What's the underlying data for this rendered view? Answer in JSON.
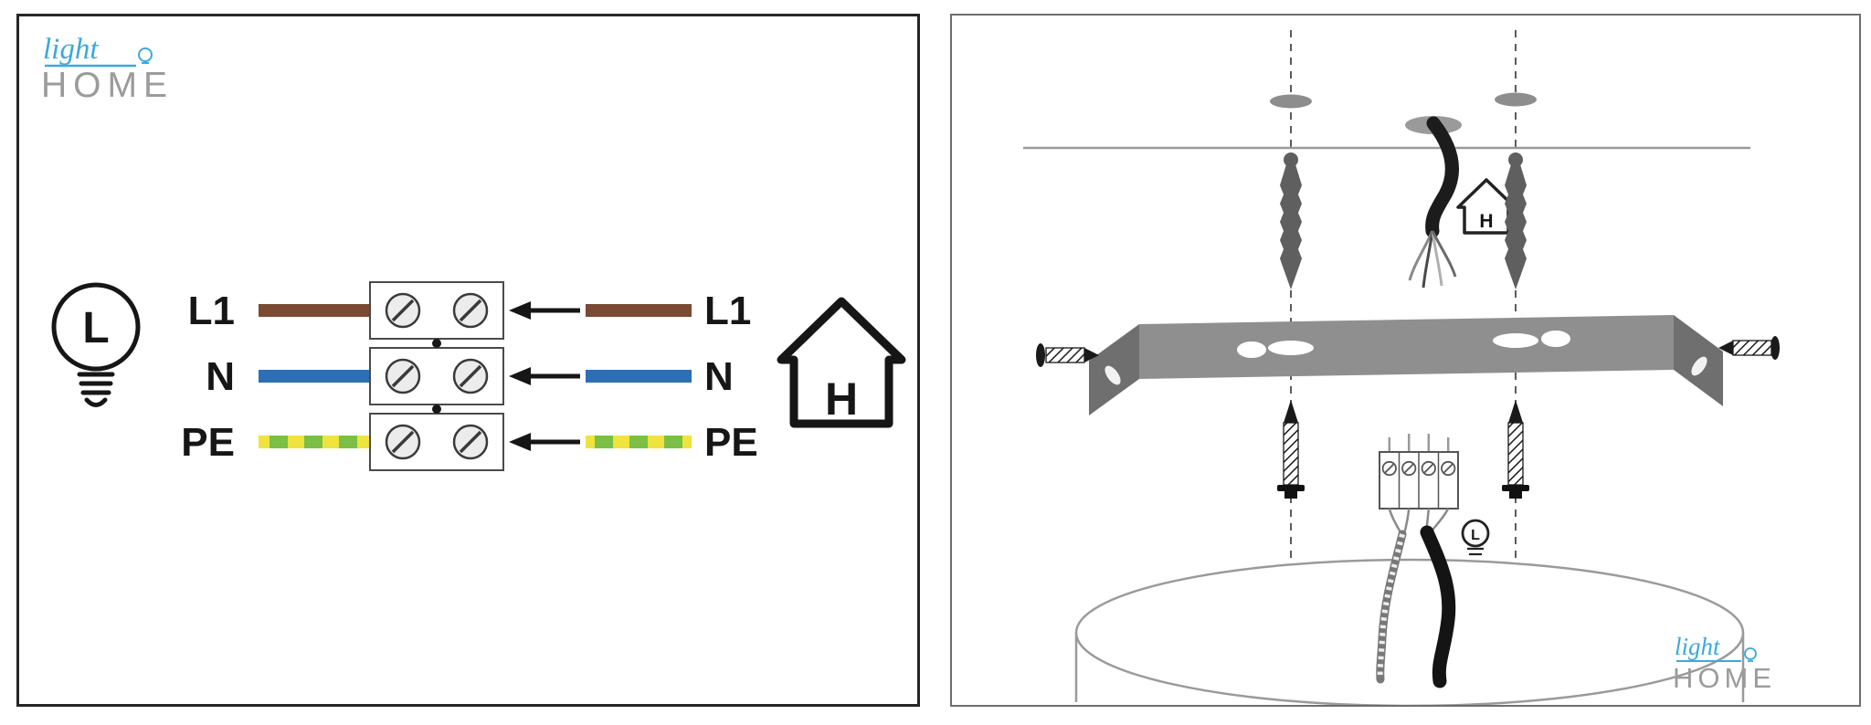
{
  "brand": {
    "light_text": "light",
    "home_text": "HOME",
    "light_color": "#3BA9DC",
    "home_color": "#9B9B9B"
  },
  "left_panel": {
    "lamp_symbol": "L",
    "house_symbol": "H",
    "rows": [
      {
        "left_label": "L1",
        "right_label": "L1",
        "wire_color": "#7A4A33"
      },
      {
        "left_label": "N",
        "right_label": "N",
        "wire_color": "#2D6EB5"
      },
      {
        "left_label": "PE",
        "right_label": "PE",
        "wire_color": "#EEE33F",
        "wire_stripe_color": "#7BBF45"
      }
    ]
  },
  "right_panel": {
    "house_symbol": "H",
    "lamp_symbol": "L"
  }
}
